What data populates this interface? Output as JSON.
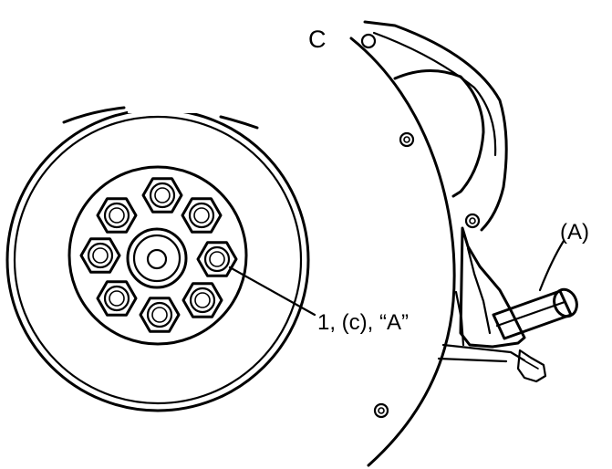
{
  "callouts": {
    "fastener_label": "1, (c), “A”",
    "tool_label": "(A)",
    "top_mark": "C"
  }
}
